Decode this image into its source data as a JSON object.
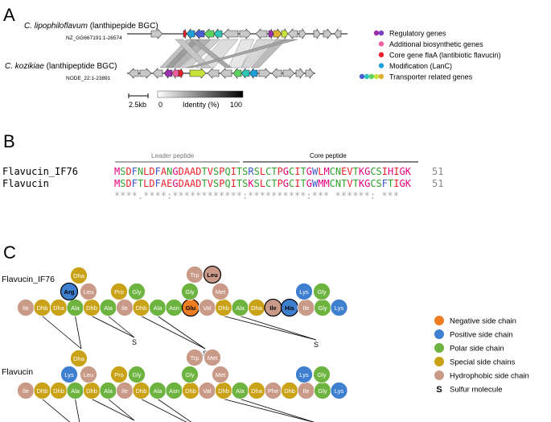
{
  "panels": {
    "a": "A",
    "b": "B",
    "c": "C"
  },
  "panel_a": {
    "organism1": {
      "name": "C. lipophiloflavum",
      "desc": " (lanthipepide BGC)",
      "acc": "NZ_GG667191:1-26574"
    },
    "organism2": {
      "name": "C. kozikiae",
      "desc": " (lanthipeptide BGC)",
      "acc": "NODE_22:1-23891"
    },
    "legend": [
      {
        "label": "Regulatory genes",
        "colors": [
          "#9b2fae",
          "#7b3fbf"
        ]
      },
      {
        "label": "Additional biosynthetic genes",
        "colors": [
          "#f25fa0"
        ]
      },
      {
        "label": "Core gene flaA (lantibiotic flavucin)",
        "colors": [
          "#e8202a"
        ]
      },
      {
        "label": "Modification (LanC)",
        "colors": [
          "#1e9fd8"
        ]
      },
      {
        "label": "Transporter related genes",
        "colors": [
          "#4a5fd0",
          "#2ec4b6",
          "#5fd35f",
          "#c8e23a",
          "#e0b030"
        ]
      }
    ],
    "scale": "2.5kb",
    "identity": {
      "label": "Identity (%)",
      "min": "0",
      "max": "100"
    }
  },
  "panel_b": {
    "leader_label": "Leader peptide",
    "core_label": "Core peptide",
    "sequences": [
      {
        "name": "Flavucin_IF76",
        "seq": "MSDFNLDFANGDAADTVSPQITSRSLCTPGCITGWLMCNEVTKGCSIHIGK",
        "length": "51"
      },
      {
        "name": "Flavucin",
        "seq": "MSDFTLDFAEGDAADTVSPQITSKSLCTPGCITGWMMCNTVTKGCSFTIGK",
        "length": "51"
      }
    ],
    "conservation": "****.****:************:**********:*** ******: ***",
    "aa_colors": {
      "M": "#e5007e",
      "S": "#2ea12e",
      "D": "#e8202a",
      "F": "#3a55c8",
      "N": "#2ea12e",
      "L": "#e8202a",
      "A": "#e8202a",
      "G": "#e5007e",
      "T": "#2ea12e",
      "V": "#e8202a",
      "P": "#e8202a",
      "Q": "#2ea12e",
      "I": "#e8202a",
      "R": "#3a55c8",
      "C": "#2ea12e",
      "W": "#3a55c8",
      "K": "#e5007e",
      "H": "#e5007e",
      "E": "#e8202a",
      "*": "#aaaaaa"
    }
  },
  "panel_c": {
    "peptides": [
      {
        "name": "Flavucin_IF76",
        "lower": [
          "Ile",
          "Dhb",
          "Dha",
          "Ala",
          "Dhb",
          "Ala",
          "Ile",
          "Dhb",
          "Ala",
          "Asn",
          "Glu",
          "Val",
          "Dhb",
          "Ala",
          "Dha",
          "Ile",
          "His",
          "Ile",
          "Gly",
          "Lys"
        ],
        "ring1": [
          "Arg",
          "Leu"
        ],
        "ring1_top": "Dha",
        "ring2": [
          "Pro",
          "Gly"
        ],
        "ring3": [
          "Gly",
          "Met"
        ],
        "ring3_top": [
          "Trp",
          "Leu"
        ],
        "ring4": [
          "Lys",
          "Gly"
        ]
      },
      {
        "name": "Flavucin",
        "lower": [
          "Ile",
          "Dhb",
          "Dhb",
          "Ala",
          "Dhb",
          "Ala",
          "Ile",
          "Dhb",
          "Ala",
          "Asn",
          "Dhb",
          "Val",
          "Dhb",
          "Ala",
          "Dha",
          "Phe",
          "Dhb",
          "Ile",
          "Gly",
          "Lys"
        ],
        "ring1": [
          "Lys",
          "Leu"
        ],
        "ring1_top": "Dha",
        "ring2": [
          "Pro",
          "Gly"
        ],
        "ring3": [
          "Gly",
          "Met"
        ],
        "ring3_top": [
          "Trp",
          "Met"
        ],
        "ring4": [
          "Lys",
          "Gly"
        ]
      }
    ],
    "sulfur": "S",
    "legend": [
      {
        "label": "Negative side chain",
        "color": "#ef7d22"
      },
      {
        "label": "Positive side chain",
        "color": "#3f7fd0"
      },
      {
        "label": "Polar side chain",
        "color": "#6db33f"
      },
      {
        "label": "Special side chains",
        "color": "#c9a217"
      },
      {
        "label": "Hydrophobic side chain",
        "color": "#c99a88"
      }
    ],
    "sulfur_legend": {
      "symbol": "S",
      "label": "Sulfur molecule"
    }
  }
}
